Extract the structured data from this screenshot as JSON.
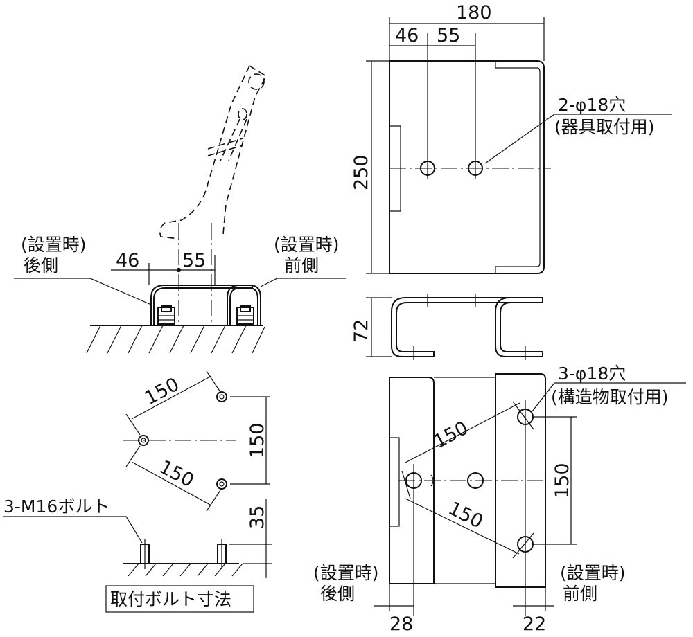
{
  "dimensions": {
    "width_total": "180",
    "offset_46": "46",
    "offset_55": "55",
    "height_total": "250",
    "depth": "72",
    "diag_150": "150",
    "pitch_150": "150",
    "bolt_35": "35",
    "edge_28": "28",
    "edge_22": "22"
  },
  "labels": {
    "hole_fixture": {
      "line1": "2-φ18穴",
      "line2": "(器具取付用)"
    },
    "hole_structure": {
      "line1": "3-φ18穴",
      "line2": "(構造物取付用)"
    },
    "rear_side": {
      "line1": "(設置時)",
      "line2": "後側"
    },
    "front_side": {
      "line1": "(設置時)",
      "line2": "前側"
    },
    "bolt": "3-M16ボルト",
    "bolt_caption": "取付ボルト寸法"
  }
}
